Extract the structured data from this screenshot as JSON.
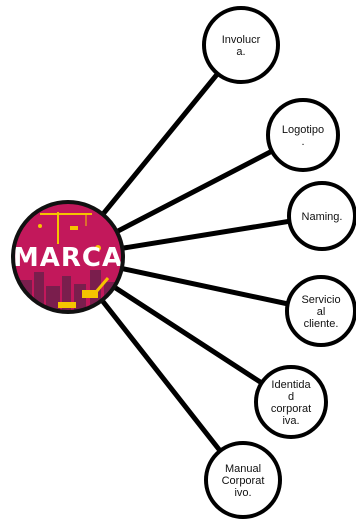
{
  "diagram": {
    "hub": {
      "title": "MARCA",
      "image": "brand-city-illustration",
      "colors": {
        "background": "#c2185b",
        "border": "#111111",
        "text": "#ffffff",
        "accent": "#f5c400",
        "skyline": "#7a1e4d"
      }
    },
    "connector_color": "#000000",
    "node_fill": "#ffffff",
    "node_border": "#000000",
    "nodes": [
      {
        "id": "involucra",
        "lines": [
          "Involucr",
          "a."
        ]
      },
      {
        "id": "logotipo",
        "lines": [
          "Logotipo",
          "."
        ]
      },
      {
        "id": "naming",
        "lines": [
          "Naming."
        ]
      },
      {
        "id": "servicio",
        "lines": [
          "Servicio",
          "al",
          "cliente."
        ]
      },
      {
        "id": "identidad",
        "lines": [
          "Identida",
          "d",
          "corporat",
          "iva."
        ]
      },
      {
        "id": "manual",
        "lines": [
          "Manual",
          "Corporat",
          "ivo."
        ]
      }
    ]
  }
}
